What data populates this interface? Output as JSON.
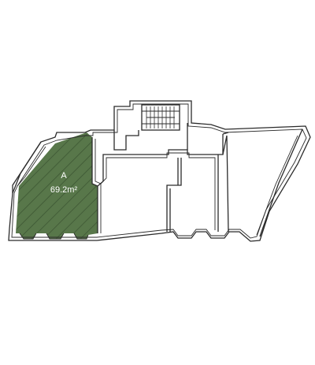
{
  "plan": {
    "highlight_color": "#58774a",
    "hatch_color": "#3d5733",
    "units": [
      {
        "id": "A",
        "label": "A",
        "area": "69.2m²",
        "highlighted": true
      }
    ]
  }
}
